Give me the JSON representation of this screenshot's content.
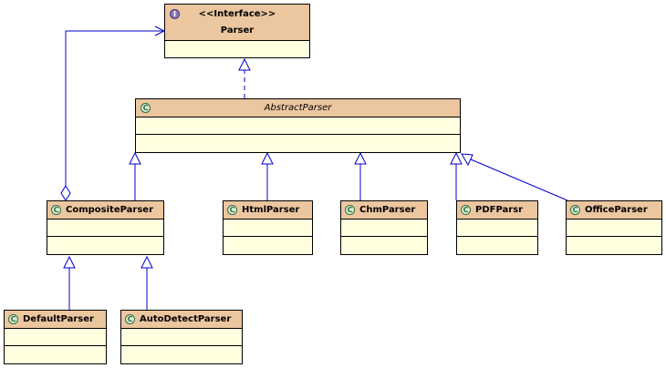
{
  "diagram": {
    "line_color": "#0000cc",
    "header_color": "#ecc69f",
    "body_color": "#ffffe0",
    "interface": {
      "stereotype": "<<Interface>>",
      "name": "Parser",
      "icon": "interface-icon",
      "badge": "I"
    },
    "classes": {
      "abstract_parser": {
        "name": "AbstractParser",
        "icon": "class-icon",
        "badge": "C"
      },
      "composite_parser": {
        "name": "CompositeParser",
        "icon": "class-icon",
        "badge": "C"
      },
      "html_parser": {
        "name": "HtmlParser",
        "icon": "class-icon",
        "badge": "C"
      },
      "chm_parser": {
        "name": "ChmParser",
        "icon": "class-icon",
        "badge": "C"
      },
      "pdf_parser": {
        "name": "PDFParsr",
        "icon": "class-icon",
        "badge": "C"
      },
      "office_parser": {
        "name": "OfficeParser",
        "icon": "class-icon",
        "badge": "C"
      },
      "default_parser": {
        "name": "DefaultParser",
        "icon": "class-icon",
        "badge": "C"
      },
      "autodetect_parser": {
        "name": "AutoDetectParser",
        "icon": "class-icon",
        "badge": "C"
      }
    }
  }
}
